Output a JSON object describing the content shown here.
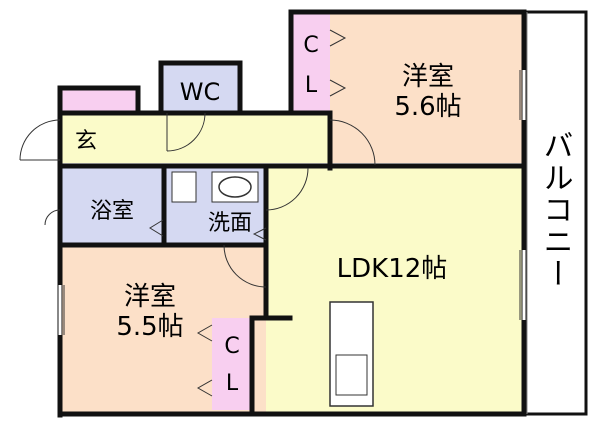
{
  "rooms": {
    "western_room_upper": {
      "name": "洋室",
      "size": "5.6帖"
    },
    "western_room_lower": {
      "name": "洋室",
      "size": "5.5帖"
    },
    "ldk": {
      "label": "LDK12帖"
    },
    "wc": {
      "label": "WC"
    },
    "entrance": {
      "label": "玄"
    },
    "bathroom": {
      "label": "浴室"
    },
    "washroom": {
      "label": "洗面"
    },
    "closet_upper": {
      "line1": "C",
      "line2": "L"
    },
    "closet_lower": {
      "line1": "C",
      "line2": "L"
    },
    "balcony": {
      "label": "バルコニー"
    }
  },
  "colors": {
    "western_room": "#fce0c8",
    "ldk_hall": "#fbfbc9",
    "water_area": "#d5d9f2",
    "closet": "#f8cff0",
    "wall": "#111111",
    "balcony": "#ffffff"
  }
}
